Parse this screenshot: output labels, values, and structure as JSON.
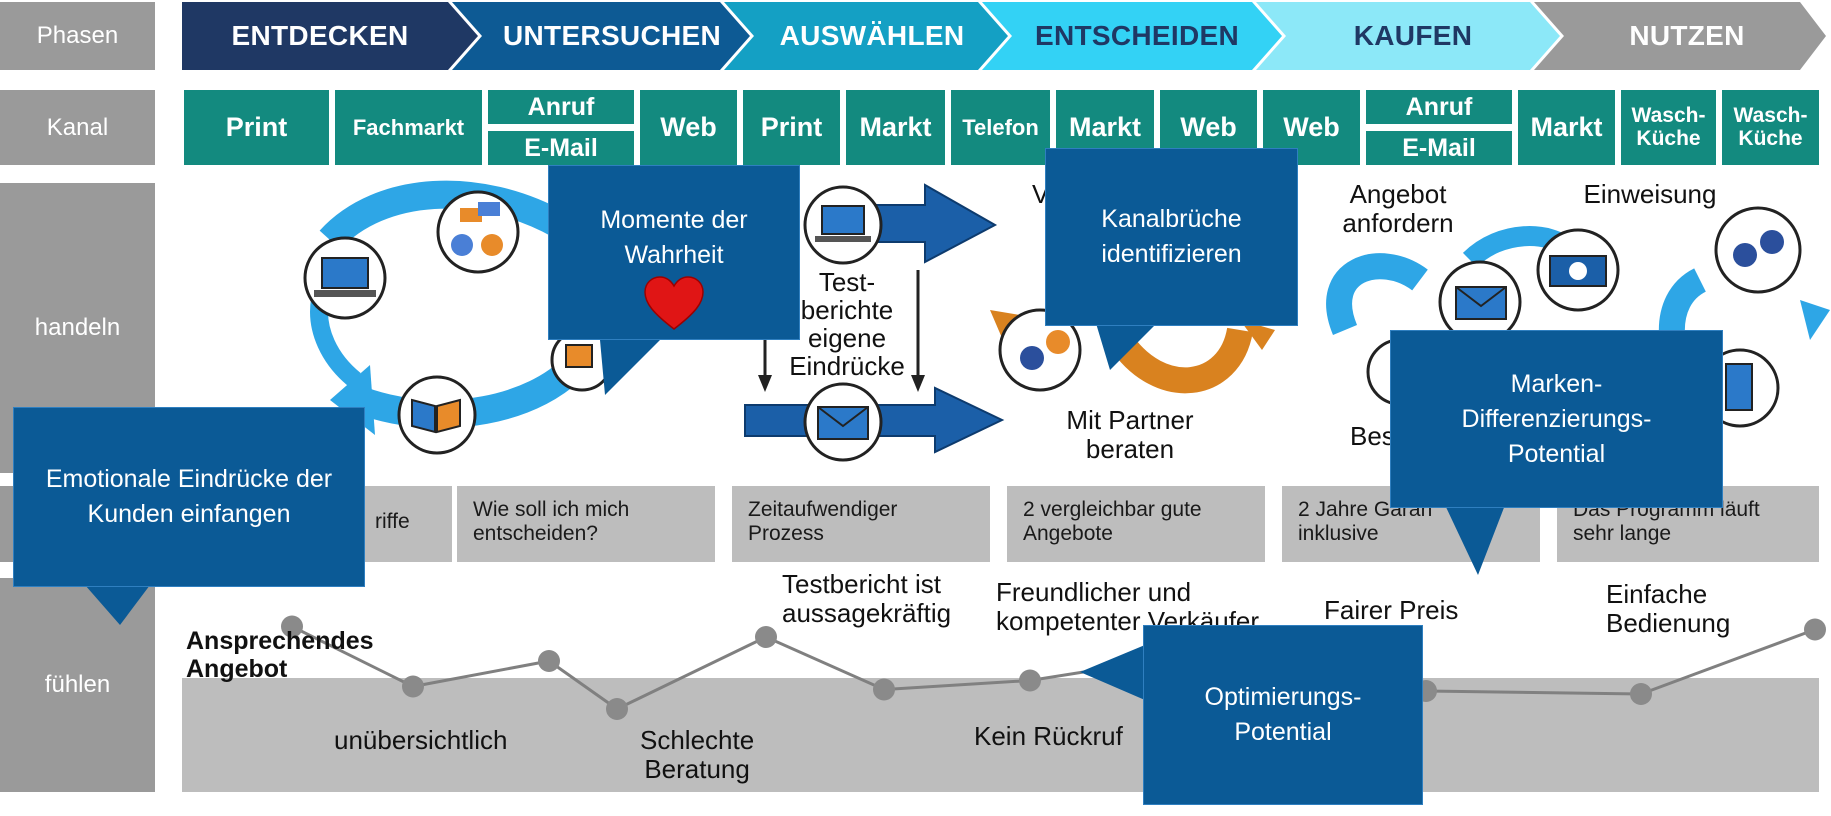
{
  "rows": {
    "phasen": "Phasen",
    "kanal": "Kanal",
    "handeln": "handeln",
    "fuehlen": "fühlen"
  },
  "phases": [
    "ENTDECKEN",
    "UNTERSUCHEN",
    "AUSWÄHLEN",
    "ENTSCHEIDEN",
    "KAUFEN",
    "NUTZEN"
  ],
  "phase_colors": [
    "#1f3864",
    "#0d5a94",
    "#14a0c4",
    "#33d2f5",
    "#8ce8f8",
    "#9a9a9a"
  ],
  "channels": {
    "print1": "Print",
    "fachmarkt": "Fachmarkt",
    "anruf1": "Anruf",
    "email1": "E-Mail",
    "web1": "Web",
    "print2": "Print",
    "markt1": "Markt",
    "telefon": "Telefon",
    "markt2": "Markt",
    "web2": "Web",
    "web3": "Web",
    "anruf2": "Anruf",
    "email2": "E-Mail",
    "markt3": "Markt",
    "wasch1": "Wasch-Küche",
    "wasch2": "Wasch-Küche"
  },
  "handeln": {
    "test": "Test-\nberichte\neigene\nEindrücke",
    "partner": "Mit Partner\nberaten",
    "angebot": "Angebot\nanfordern",
    "einweisung": "Einweisung",
    "v": "V",
    "bes": "Bes"
  },
  "think": {
    "t1": "riffe",
    "t2": "Wie soll ich mich\nentscheiden?",
    "t3": "Zeitaufwendiger\nProzess",
    "t4": "2 vergleichbar gute\nAngebote",
    "t5": "2 Jahre Garan\ninklusive",
    "t6": "Das Programm läuft\nsehr lange"
  },
  "feel_labels": {
    "ansprechendes": "Ansprechendes\nAngebot",
    "unuebersichtlich": "unübersichtlich",
    "schlechte": "Schlechte\nBeratung",
    "testbericht": "Testbericht ist\naussagekräftig",
    "kein": "Kein Rückruf",
    "freundlicher": "Freundlicher und\nkompetenter Verkäufer",
    "fairer": "Fairer Preis",
    "einfache": "Einfache\nBedienung"
  },
  "callouts": {
    "momente": "Momente der\nWahrheit",
    "kanal": "Kanalbrüche\nidentifizieren",
    "marken": "Marken-\nDifferenzierungs-\nPotential",
    "emotional": "Emotionale Eindrücke der\nKunden einfangen",
    "optimierung": "Optimierungs-\nPotential"
  },
  "colors": {
    "channel": "#138a7f",
    "callout": "#0b5a96",
    "arrow_blue": "#2ea6e6",
    "arrow_orange": "#d9821f",
    "row_label": "#9a9a9a",
    "feel_band": "#bdbdbd"
  },
  "icons": [
    "laptop-icon",
    "chat-people-icon",
    "book-icon",
    "envelope-icon",
    "money-icon",
    "heart-icon",
    "people-icon"
  ],
  "chart_data": {
    "type": "line",
    "series": [
      {
        "values": [
          0.85,
          0.45,
          0.62,
          0.3,
          0.78,
          0.43,
          0.49,
          0.6,
          0.42,
          0.4,
          0.83
        ]
      }
    ]
  }
}
